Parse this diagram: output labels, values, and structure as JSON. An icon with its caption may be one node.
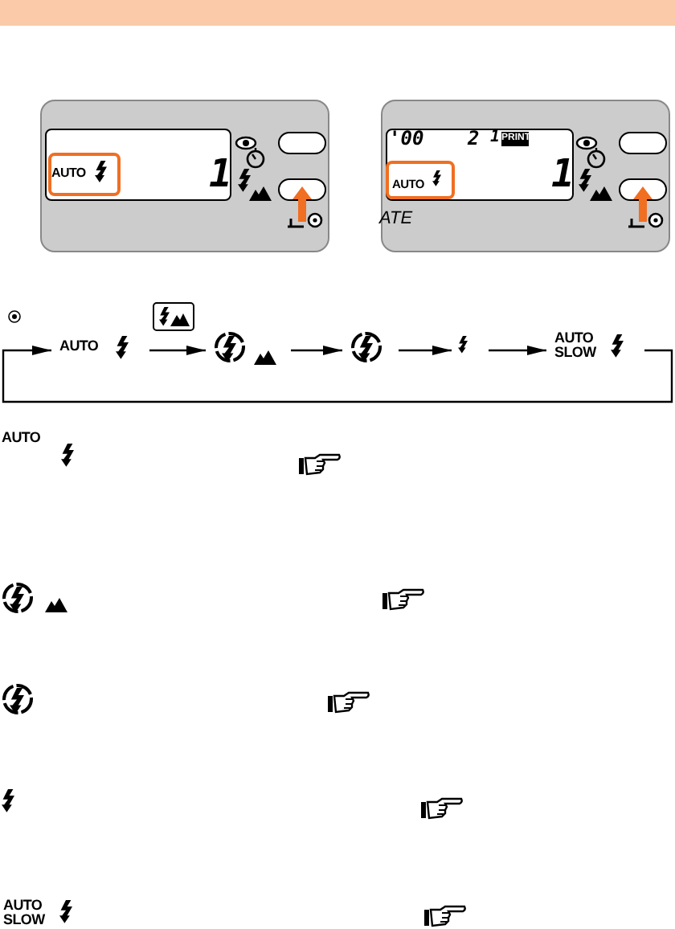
{
  "diagram": {
    "nodes": [
      {
        "text": [
          "AUTO"
        ]
      },
      {
        "text": [],
        "shape": "circle"
      },
      {
        "text": [],
        "shape": "circle"
      },
      {
        "text": [],
        "shape": "picture"
      },
      {
        "text": [
          "AUTO SLOW"
        ]
      }
    ],
    "edges": [
      {
        "from": 0,
        "to": 1,
        "arrow": "to"
      },
      {
        "from": 1,
        "to": 2,
        "arrow": "to"
      },
      {
        "from": 2,
        "to": 3,
        "arrow": "to"
      },
      {
        "from": 3,
        "to": 4,
        "arrow": "to"
      },
      {
        "from": 4,
        "to": 0,
        "arrow": "to"
      }
    ],
    "labels": [
      "AUTO",
      "1",
      "'00",
      "2",
      "1",
      "PRINT",
      "AUTO",
      "1",
      "ATE",
      "AUTO",
      "AUTO SLOW"
    ]
  }
}
